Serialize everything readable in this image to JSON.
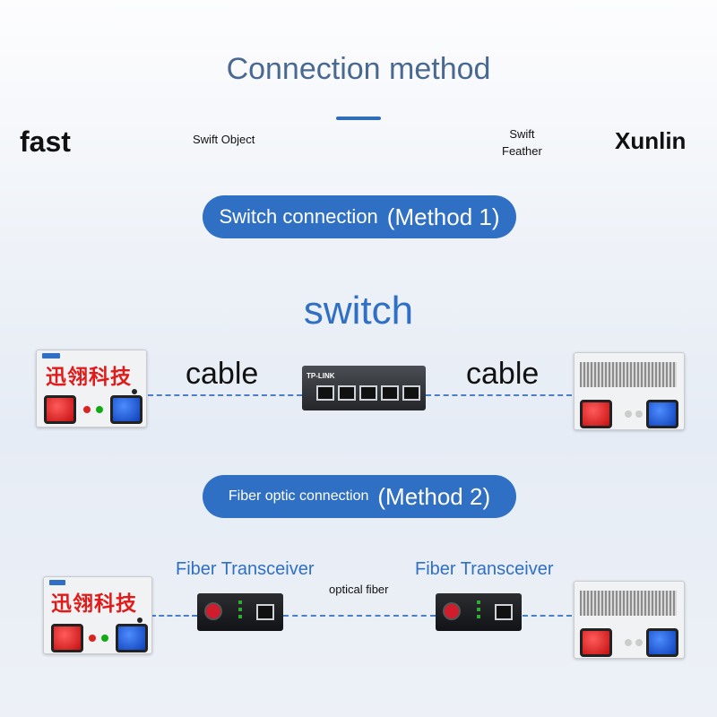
{
  "header": {
    "title": "Connection method",
    "brand_left": "fast",
    "brand_left_sub": "Swift Object",
    "brand_right_sub_line1": "Swift",
    "brand_right_sub_line2": "Feather",
    "brand_right": "Xunlin"
  },
  "method1": {
    "label": "Switch connection",
    "tag": "(Method 1)",
    "device_title": "switch",
    "left_cable": "cable",
    "right_cable": "cable",
    "switch_brand": "TP-LINK"
  },
  "method2": {
    "label": "Fiber optic connection",
    "tag": "(Method 2)",
    "left_transceiver": "Fiber Transceiver",
    "right_transceiver": "Fiber Transceiver",
    "optical_label": "optical fiber"
  },
  "device": {
    "led_text": "迅翎科技"
  },
  "colors": {
    "accent": "#2f6fc4",
    "title": "#4a6991",
    "dashed_line": "#4a7fc6"
  }
}
